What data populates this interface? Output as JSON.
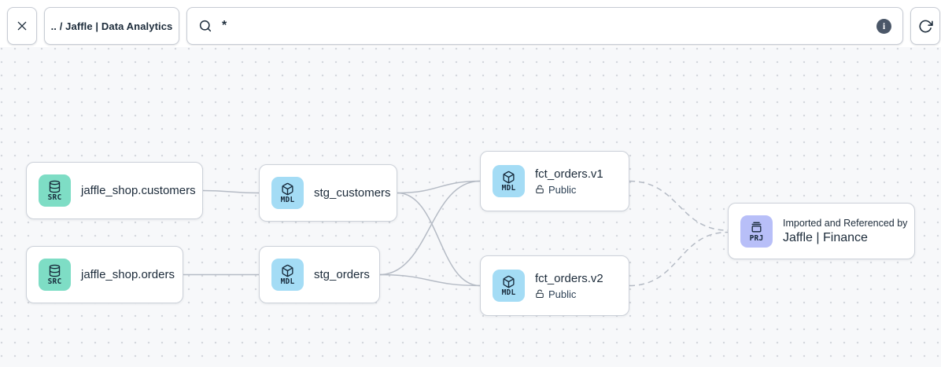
{
  "toolbar": {
    "breadcrumb": ".. / Jaffle | Data Analytics",
    "search_value": "*",
    "info_glyph": "i"
  },
  "nodes": {
    "src_customers": {
      "badge": "SRC",
      "label": "jaffle_shop.customers"
    },
    "src_orders": {
      "badge": "SRC",
      "label": "jaffle_shop.orders"
    },
    "stg_customers": {
      "badge": "MDL",
      "label": "stg_customers"
    },
    "stg_orders": {
      "badge": "MDL",
      "label": "stg_orders"
    },
    "fct_orders_v1": {
      "badge": "MDL",
      "label": "fct_orders.v1",
      "access": "Public"
    },
    "fct_orders_v2": {
      "badge": "MDL",
      "label": "fct_orders.v2",
      "access": "Public"
    },
    "project": {
      "badge": "PRJ",
      "title": "Imported and Referenced by",
      "label": "Jaffle | Finance"
    }
  },
  "edges": [
    {
      "from": "jaffle_shop.customers",
      "to": "stg_customers",
      "style": "solid"
    },
    {
      "from": "jaffle_shop.orders",
      "to": "stg_orders",
      "style": "solid"
    },
    {
      "from": "stg_customers",
      "to": "fct_orders.v1",
      "style": "solid"
    },
    {
      "from": "stg_customers",
      "to": "fct_orders.v2",
      "style": "solid"
    },
    {
      "from": "stg_orders",
      "to": "fct_orders.v1",
      "style": "solid"
    },
    {
      "from": "stg_orders",
      "to": "fct_orders.v2",
      "style": "solid"
    },
    {
      "from": "fct_orders.v1",
      "to": "Jaffle | Finance",
      "style": "dashed"
    },
    {
      "from": "fct_orders.v2",
      "to": "Jaffle | Finance",
      "style": "dashed"
    }
  ],
  "colors": {
    "source_badge": "#7eddc5",
    "model_badge": "#a4dcf5",
    "project_badge": "#b8bff8",
    "edge": "#b5bbc5",
    "canvas_bg": "#f7f8fa",
    "text": "#1c2b3a"
  }
}
